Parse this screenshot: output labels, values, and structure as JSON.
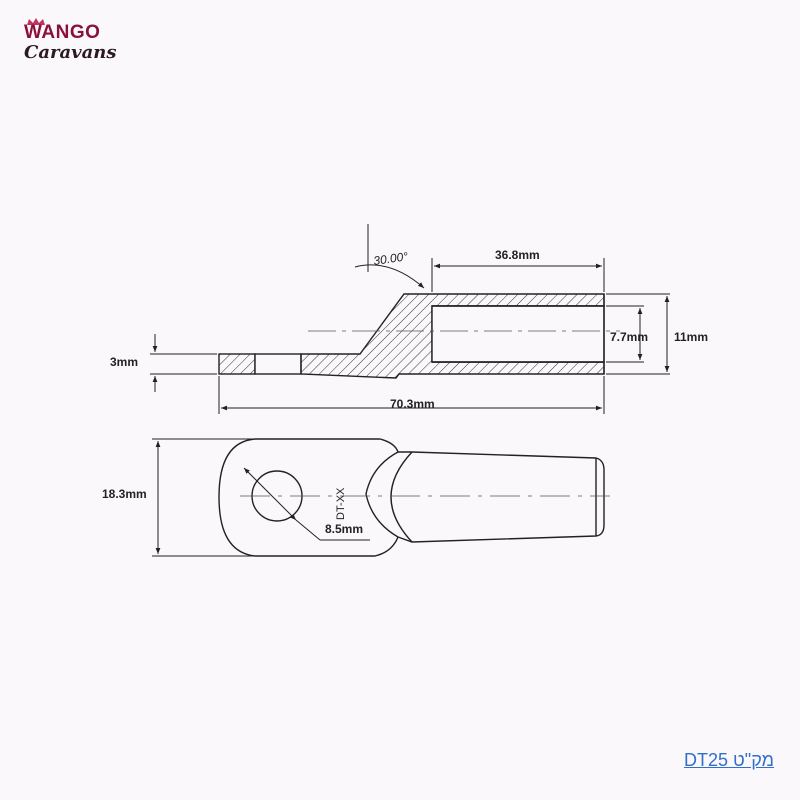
{
  "logo": {
    "line1": "WANGO",
    "line2": "Caravans"
  },
  "colors": {
    "logo_dark": "#8a1238",
    "logo_light": "#c4335f",
    "link": "#3170c9",
    "ink": "#222222"
  },
  "dimensions": {
    "angle": "30.00°",
    "barrel_length": "36.8mm",
    "inner_diameter": "7.7mm",
    "outer_diameter": "11mm",
    "thickness": "3mm",
    "total_length": "70.3mm",
    "width": "18.3mm",
    "hole_diameter": "8.5mm",
    "part_marking": "DT-XX"
  },
  "sku": {
    "label": "מק\"ט DT25"
  }
}
